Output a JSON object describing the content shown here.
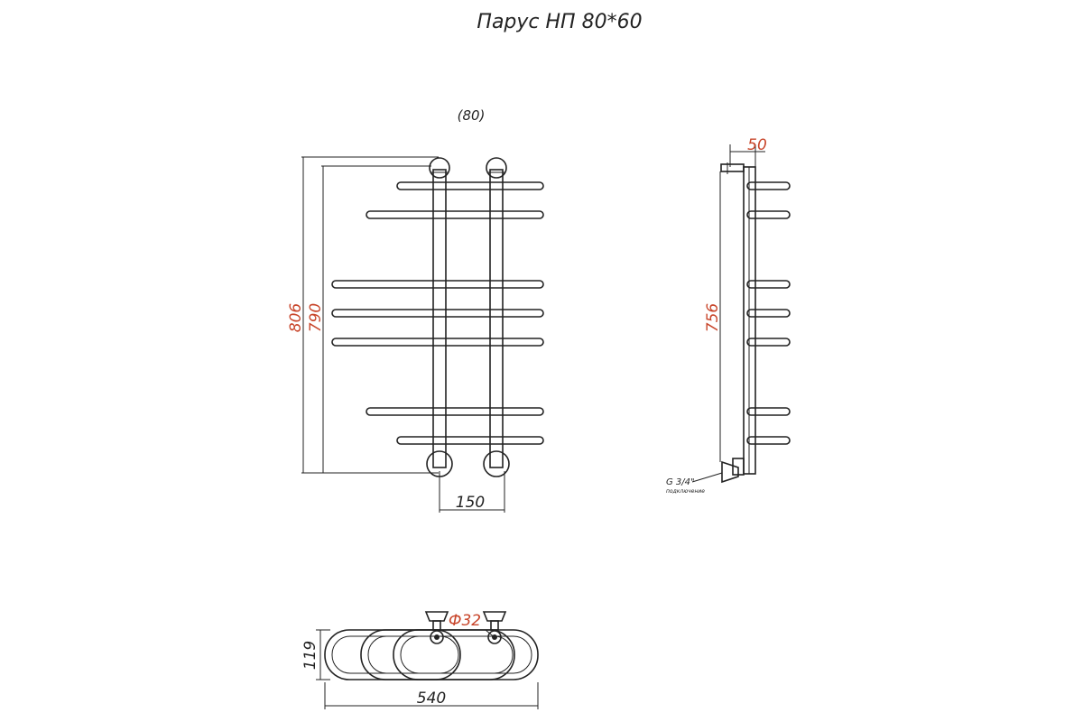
{
  "title": "Парус НП 80*60",
  "front_view": {
    "label": "(80)",
    "dim_overall_height": "806",
    "dim_inner_height": "790",
    "dim_axis_distance": "150"
  },
  "side_view": {
    "dim_depth": "50",
    "dim_height": "756",
    "thread_label": "G 3/4\"",
    "thread_note": "подключение"
  },
  "top_view": {
    "dim_depth": "119",
    "dim_width": "540",
    "dim_diameter": "Ф32"
  }
}
